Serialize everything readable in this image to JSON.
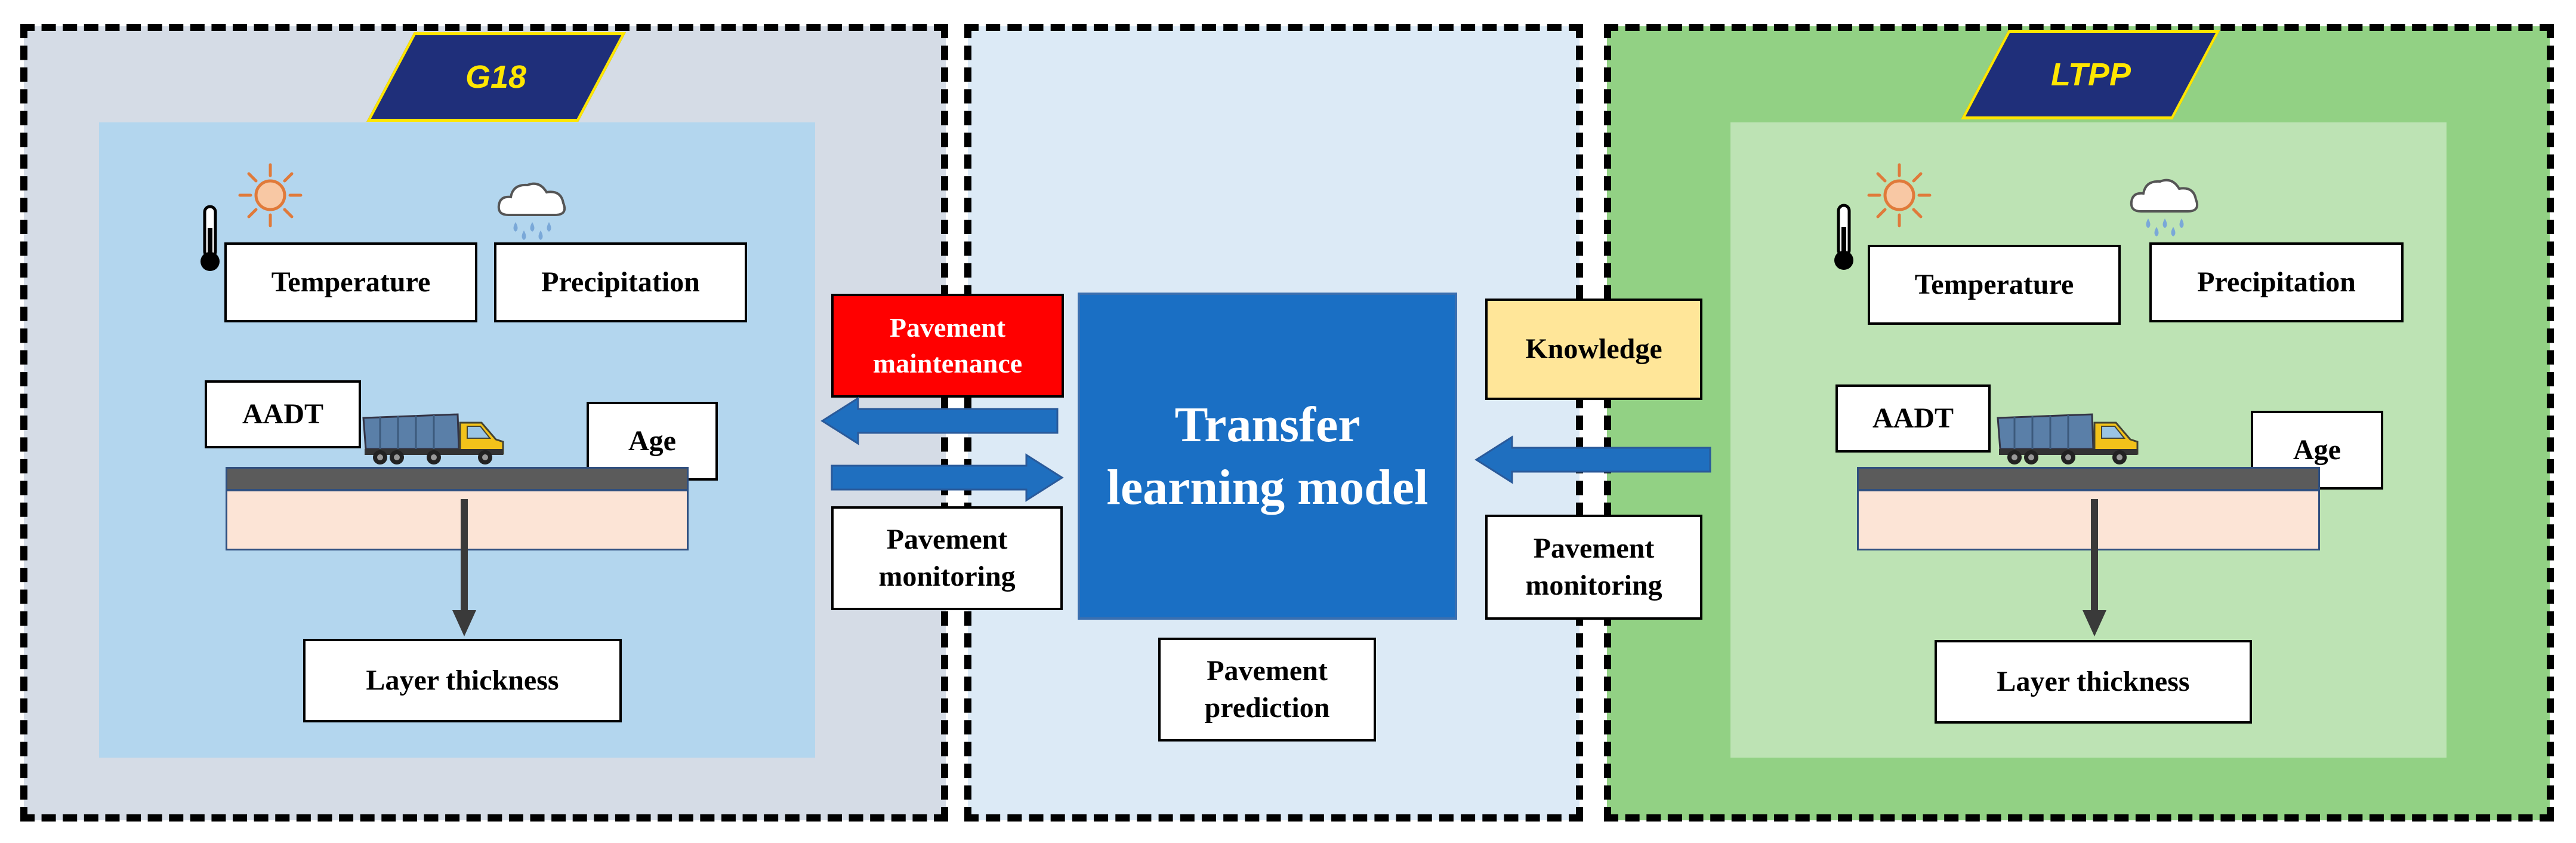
{
  "left_panel": {
    "tag": "G18",
    "temperature": "Temperature",
    "precipitation": "Precipitation",
    "aadt": "AADT",
    "age": "Age",
    "layer_thickness": "Layer thickness"
  },
  "center_panel": {
    "maintenance": "Pavement maintenance",
    "monitoring": "Pavement monitoring",
    "model": "Transfer learning model",
    "prediction": "Pavement prediction"
  },
  "right_panel": {
    "tag": "LTPP",
    "knowledge": "Knowledge",
    "monitoring": "Pavement monitoring",
    "temperature": "Temperature",
    "precipitation": "Precipitation",
    "aadt": "AADT",
    "age": "Age",
    "layer_thickness": "Layer thickness"
  },
  "colors": {
    "left_bg": "#d5dce6",
    "left_inner": "#b3d6ee",
    "center_bg": "#dceaf6",
    "right_bg": "#92d184",
    "right_inner": "#bde3b4",
    "model_box": "#1a6fc4",
    "arrow": "#1f6fbf",
    "maintenance_box": "#ff0000",
    "knowledge_box": "#ffe699",
    "tag_fill": "#1f2f7a",
    "tag_border": "#ffe600"
  }
}
